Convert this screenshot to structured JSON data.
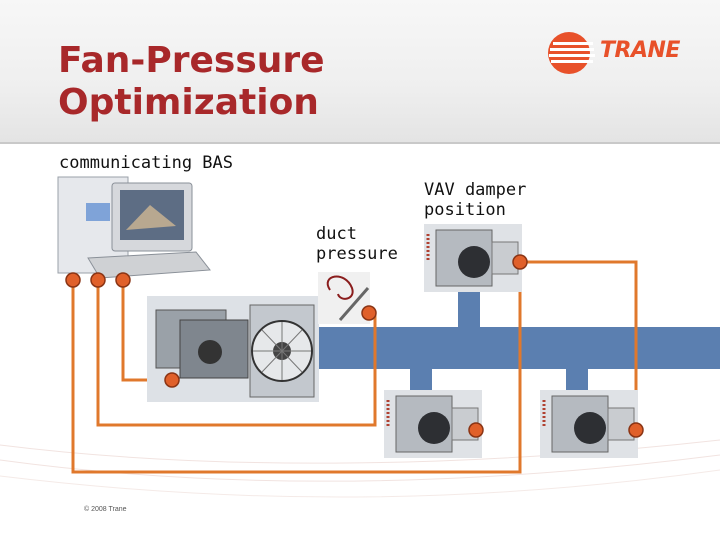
{
  "slide": {
    "title": "Fan-Pressure\nOptimization",
    "copyright": "© 2008 Trane"
  },
  "logo": {
    "text": "TRANE",
    "color": "#e8512a"
  },
  "labels": {
    "bas": "communicating BAS",
    "vav": "VAV damper\nposition",
    "duct": "duct\npressure"
  },
  "colors": {
    "title": "#a8282a",
    "wire": "#e0782c",
    "duct": "#5b7fb0",
    "sensor_dot": "#e0602a"
  },
  "icons": [
    "computer-icon",
    "fan-icon",
    "pressure-sensor-icon",
    "vav-box-icon"
  ]
}
